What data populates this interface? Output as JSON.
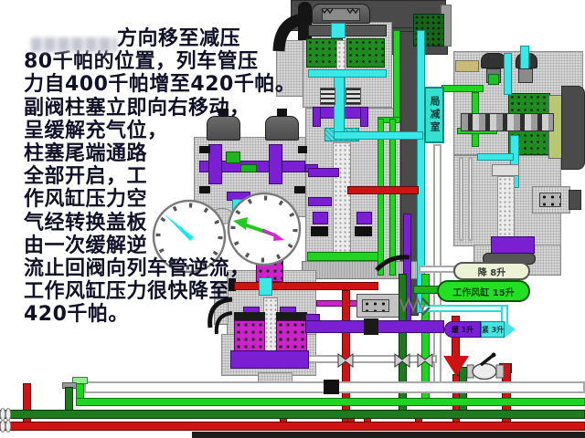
{
  "narration": {
    "lines": [
      "方向移至减压",
      "80千帕的位置，列车管压",
      "力自400千帕增至420千帕。",
      "副阀柱塞立即向右移动，",
      "呈缓解充气位，",
      "柱塞尾端通路",
      "全部开启，工",
      "作风缸压力空",
      "气经转换盖板",
      "由一次缓解逆",
      "流止回阀向列车管逆流，",
      "工作风缸压力很快降至",
      "420千帕。"
    ]
  },
  "diagram": {
    "labels": {
      "local_reduction_chamber": "局减室"
    },
    "reservoirs": {
      "reduction": {
        "label": "降 8升",
        "color": "#ecf2d4"
      },
      "working": {
        "label": "工作风缸 15升",
        "color": "#23e023"
      },
      "aux_purple": {
        "label": "缓 1升",
        "color": "#7a1fd4"
      },
      "aux_cyan": {
        "label": "紧 3升",
        "color": "#49e2e2"
      }
    },
    "colors": {
      "train_pipe_red": "#cf1212",
      "pipe_dark_green": "#1d7a1d",
      "pipe_bright_green": "#21d421",
      "passage_cyan": "#3ae8e8",
      "passage_purple": "#7a1fd4",
      "chamber_magenta": "#c824c8",
      "chamber_green": "#1f8c1f",
      "valve_body_gray": "#d6d6d6",
      "gauge_needle_cyan": "#19e8f0",
      "gauge_needle_green": "#1ecb1e",
      "gauge_needle_magenta": "#d428d4",
      "flow_arrow_red": "#cf1212"
    }
  }
}
